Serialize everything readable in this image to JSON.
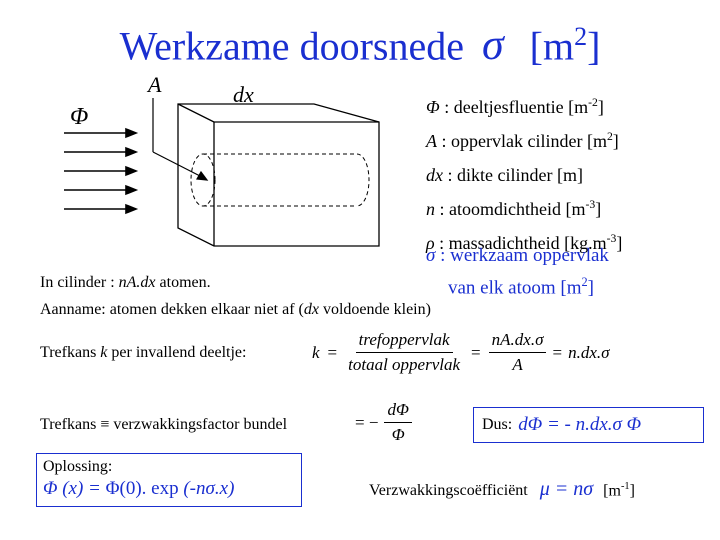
{
  "title": {
    "text": "Werkzame doorsnede",
    "symbol": "σ",
    "unit_open": "[m",
    "unit_exp": "2",
    "unit_close": "]"
  },
  "diagram": {
    "label_A": "A",
    "label_dx": "dx",
    "label_phi": "Φ"
  },
  "legend": [
    {
      "sym": "Φ",
      "desc": " : deeltjesfluentie [m",
      "exp": "-2",
      "close": "]"
    },
    {
      "sym": "A",
      "desc": " : oppervlak cilinder [m",
      "exp": "2",
      "close": "]"
    },
    {
      "sym": "dx",
      "desc": " : dikte cilinder [m]",
      "exp": "",
      "close": ""
    },
    {
      "sym": "n",
      "desc": " : atoomdichtheid [m",
      "exp": "-3",
      "close": "]"
    },
    {
      "sym": "ρ",
      "desc": " : massadichtheid [kg.m",
      "exp": "-3",
      "close": "]"
    }
  ],
  "sigma_note": {
    "sym": "σ",
    "line1": " : werkzaam oppervlak",
    "line2": "van elk atoom [m",
    "exp": "2",
    "close": "]"
  },
  "in_cilinder": {
    "pre": "In cilinder : ",
    "expr": "nA.dx",
    "post": " atomen."
  },
  "aanname": {
    "pre": "Aanname: atomen dekken elkaar niet af (",
    "expr": "dx",
    "post": " voldoende klein)"
  },
  "trefkans": {
    "label_pre": "Trefkans ",
    "label_k": "k",
    "label_post": " per invallend deeltje:",
    "k": "k",
    "eq": "=",
    "frac1_num": "trefoppervlak",
    "frac1_den": "totaal oppervlak",
    "frac2_num": "nA.dx.σ",
    "frac2_den": "A",
    "result": "n.dx.σ"
  },
  "verzwakking": {
    "label": "Trefkans ≡ verzwakkingsfactor bundel",
    "eq": "= −",
    "num": "dΦ",
    "den": "Φ"
  },
  "dus": {
    "label": "Dus:",
    "formula": "dΦ = - n.dx.σ Φ"
  },
  "oplossing": {
    "label": "Oplossing:",
    "formula_a": "Φ (x) = ",
    "formula_b": "Φ(0). exp ",
    "formula_c": "(-nσ.x)"
  },
  "coef": {
    "label": "Verzwakkingscoëfficiënt",
    "formula": "μ = nσ",
    "unit_open": "[m",
    "unit_exp": "-1",
    "unit_close": "]"
  }
}
